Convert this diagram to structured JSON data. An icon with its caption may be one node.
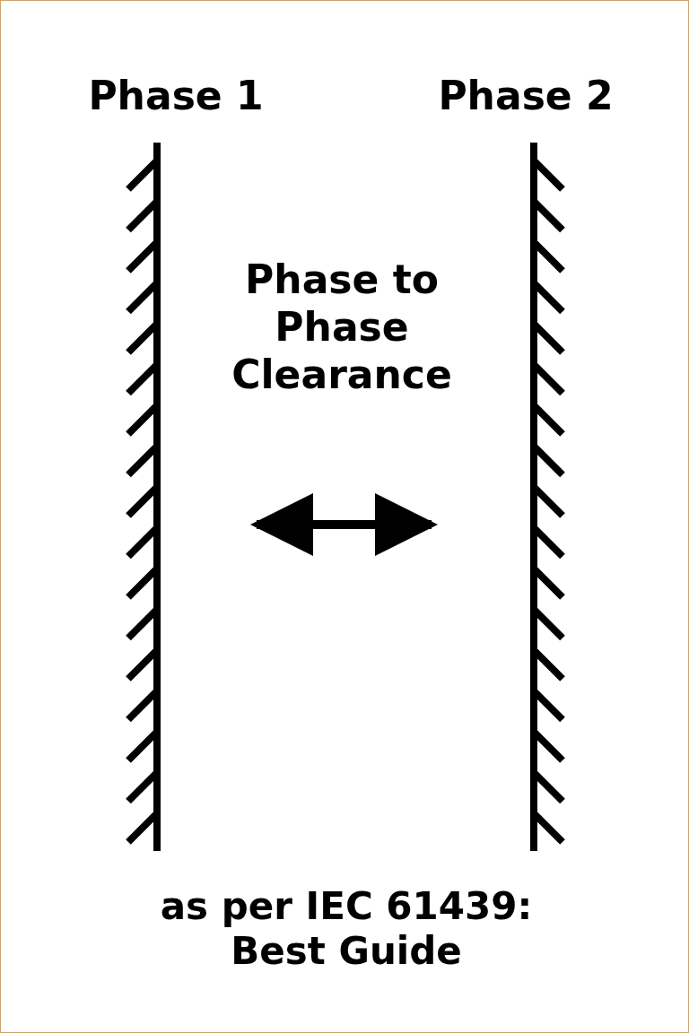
{
  "diagram": {
    "caption": "as per IEC 61439: Best Guide",
    "labels": [
      "Phase 1",
      "Phase 2",
      "Phase to Phase Clearance"
    ]
  }
}
